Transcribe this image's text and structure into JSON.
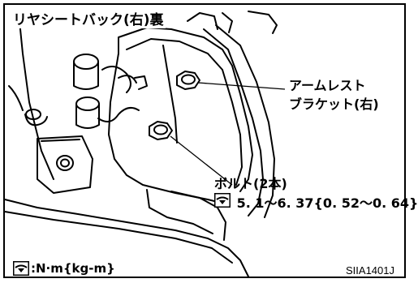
{
  "figure": {
    "title": "リヤシートバック(右)裏",
    "callouts": {
      "armrest_bracket": {
        "line1": "アームレスト",
        "line2": "ブラケット(右)"
      },
      "bolt": {
        "name": "ボルト(2本)",
        "torque": "5. 1～6. 37{0. 52～0. 64}"
      }
    },
    "legend": {
      "text": ":N·m{kg-m}"
    },
    "figure_code": "SIIA1401J"
  },
  "icons": {
    "torque": "torque-wrench-icon"
  }
}
